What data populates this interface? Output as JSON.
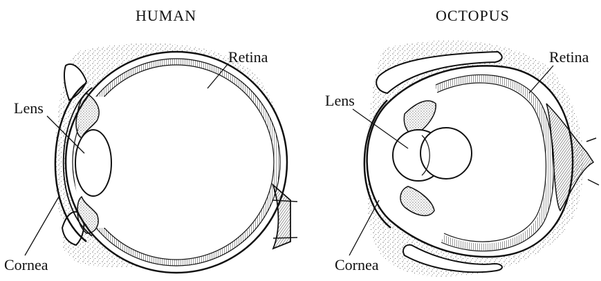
{
  "panels": [
    {
      "title": "HUMAN",
      "labels": {
        "retina": "Retina",
        "lens": "Lens",
        "cornea": "Cornea"
      }
    },
    {
      "title": "OCTOPUS",
      "labels": {
        "retina": "Retina",
        "lens": "Lens",
        "cornea": "Cornea"
      }
    }
  ],
  "colors": {
    "ink": "#111111",
    "background": "#ffffff",
    "stipple": "#444444"
  }
}
